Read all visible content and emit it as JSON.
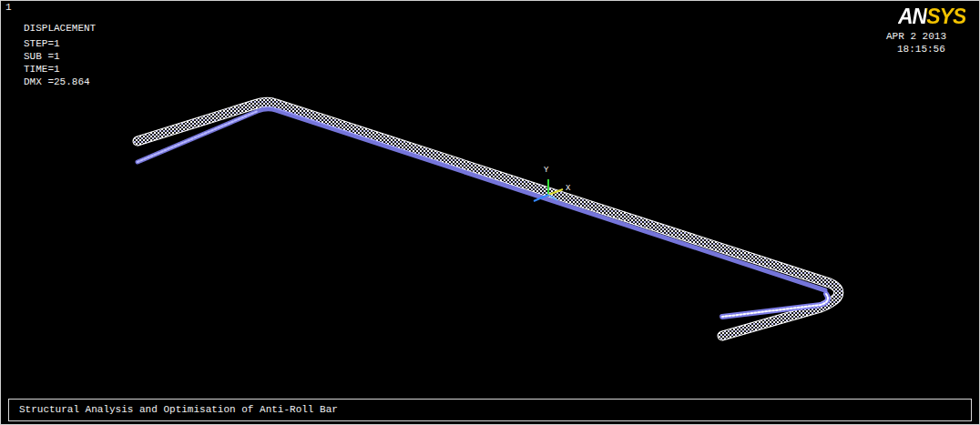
{
  "diagram": {
    "nodes": [
      {
        "text": [
          "Structural Analysis and Optimisation of Anti-Roll Bar"
        ]
      }
    ],
    "labels": [
      "1",
      "DISPLACEMENT",
      "STEP=1",
      "SUB =1",
      "TIME=1",
      "DMX =25.864",
      "ANSYS",
      "APR  2 2013",
      "18:15:56",
      "Y",
      "X"
    ]
  }
}
